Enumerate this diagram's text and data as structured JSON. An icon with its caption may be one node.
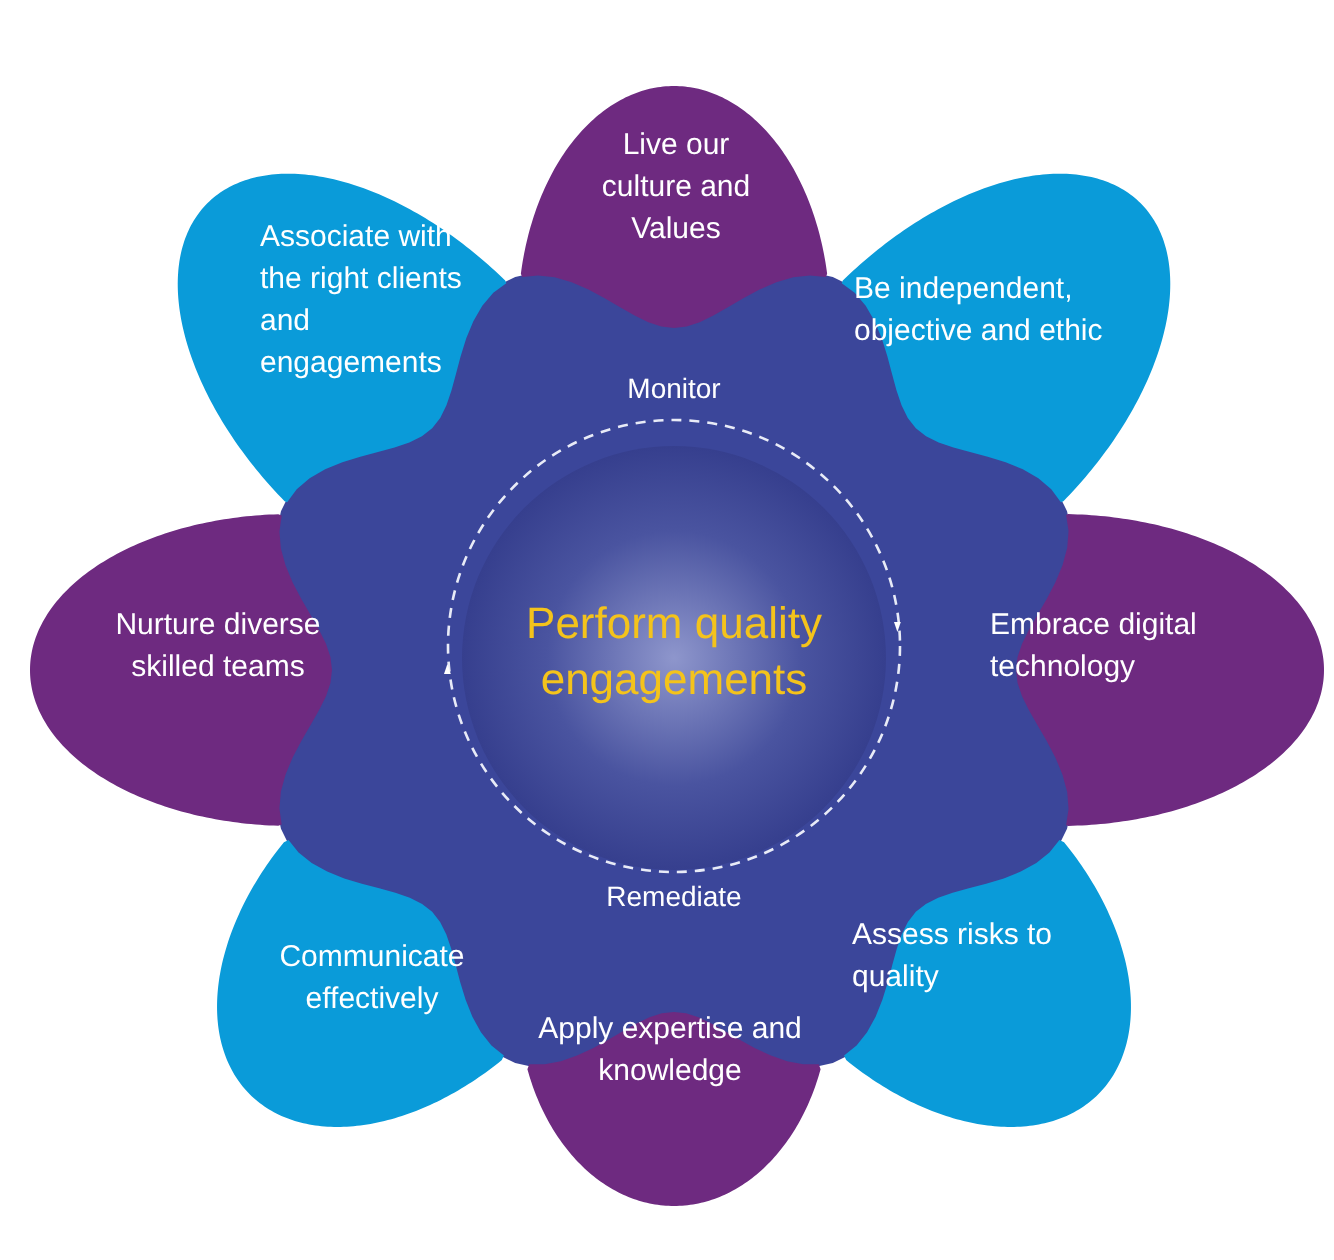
{
  "diagram": {
    "nodes": [
      {
        "text": [
          "Live our culture and Values"
        ]
      },
      {
        "text": [
          "Associate with the right clients and engagements"
        ]
      },
      {
        "text": [
          "Be independent, objective and ethic"
        ]
      },
      {
        "text": [
          "Nurture diverse skilled teams"
        ]
      },
      {
        "text": [
          "Perform quality engagements"
        ]
      },
      {
        "text": [
          "Embrace digital technology"
        ]
      },
      {
        "text": [
          "Communicate effectively"
        ]
      },
      {
        "text": [
          "Assess risks to quality"
        ]
      },
      {
        "text": [
          "Apply expertise and knowledge"
        ]
      }
    ],
    "labels": [
      "Monitor",
      "Remediate"
    ]
  }
}
